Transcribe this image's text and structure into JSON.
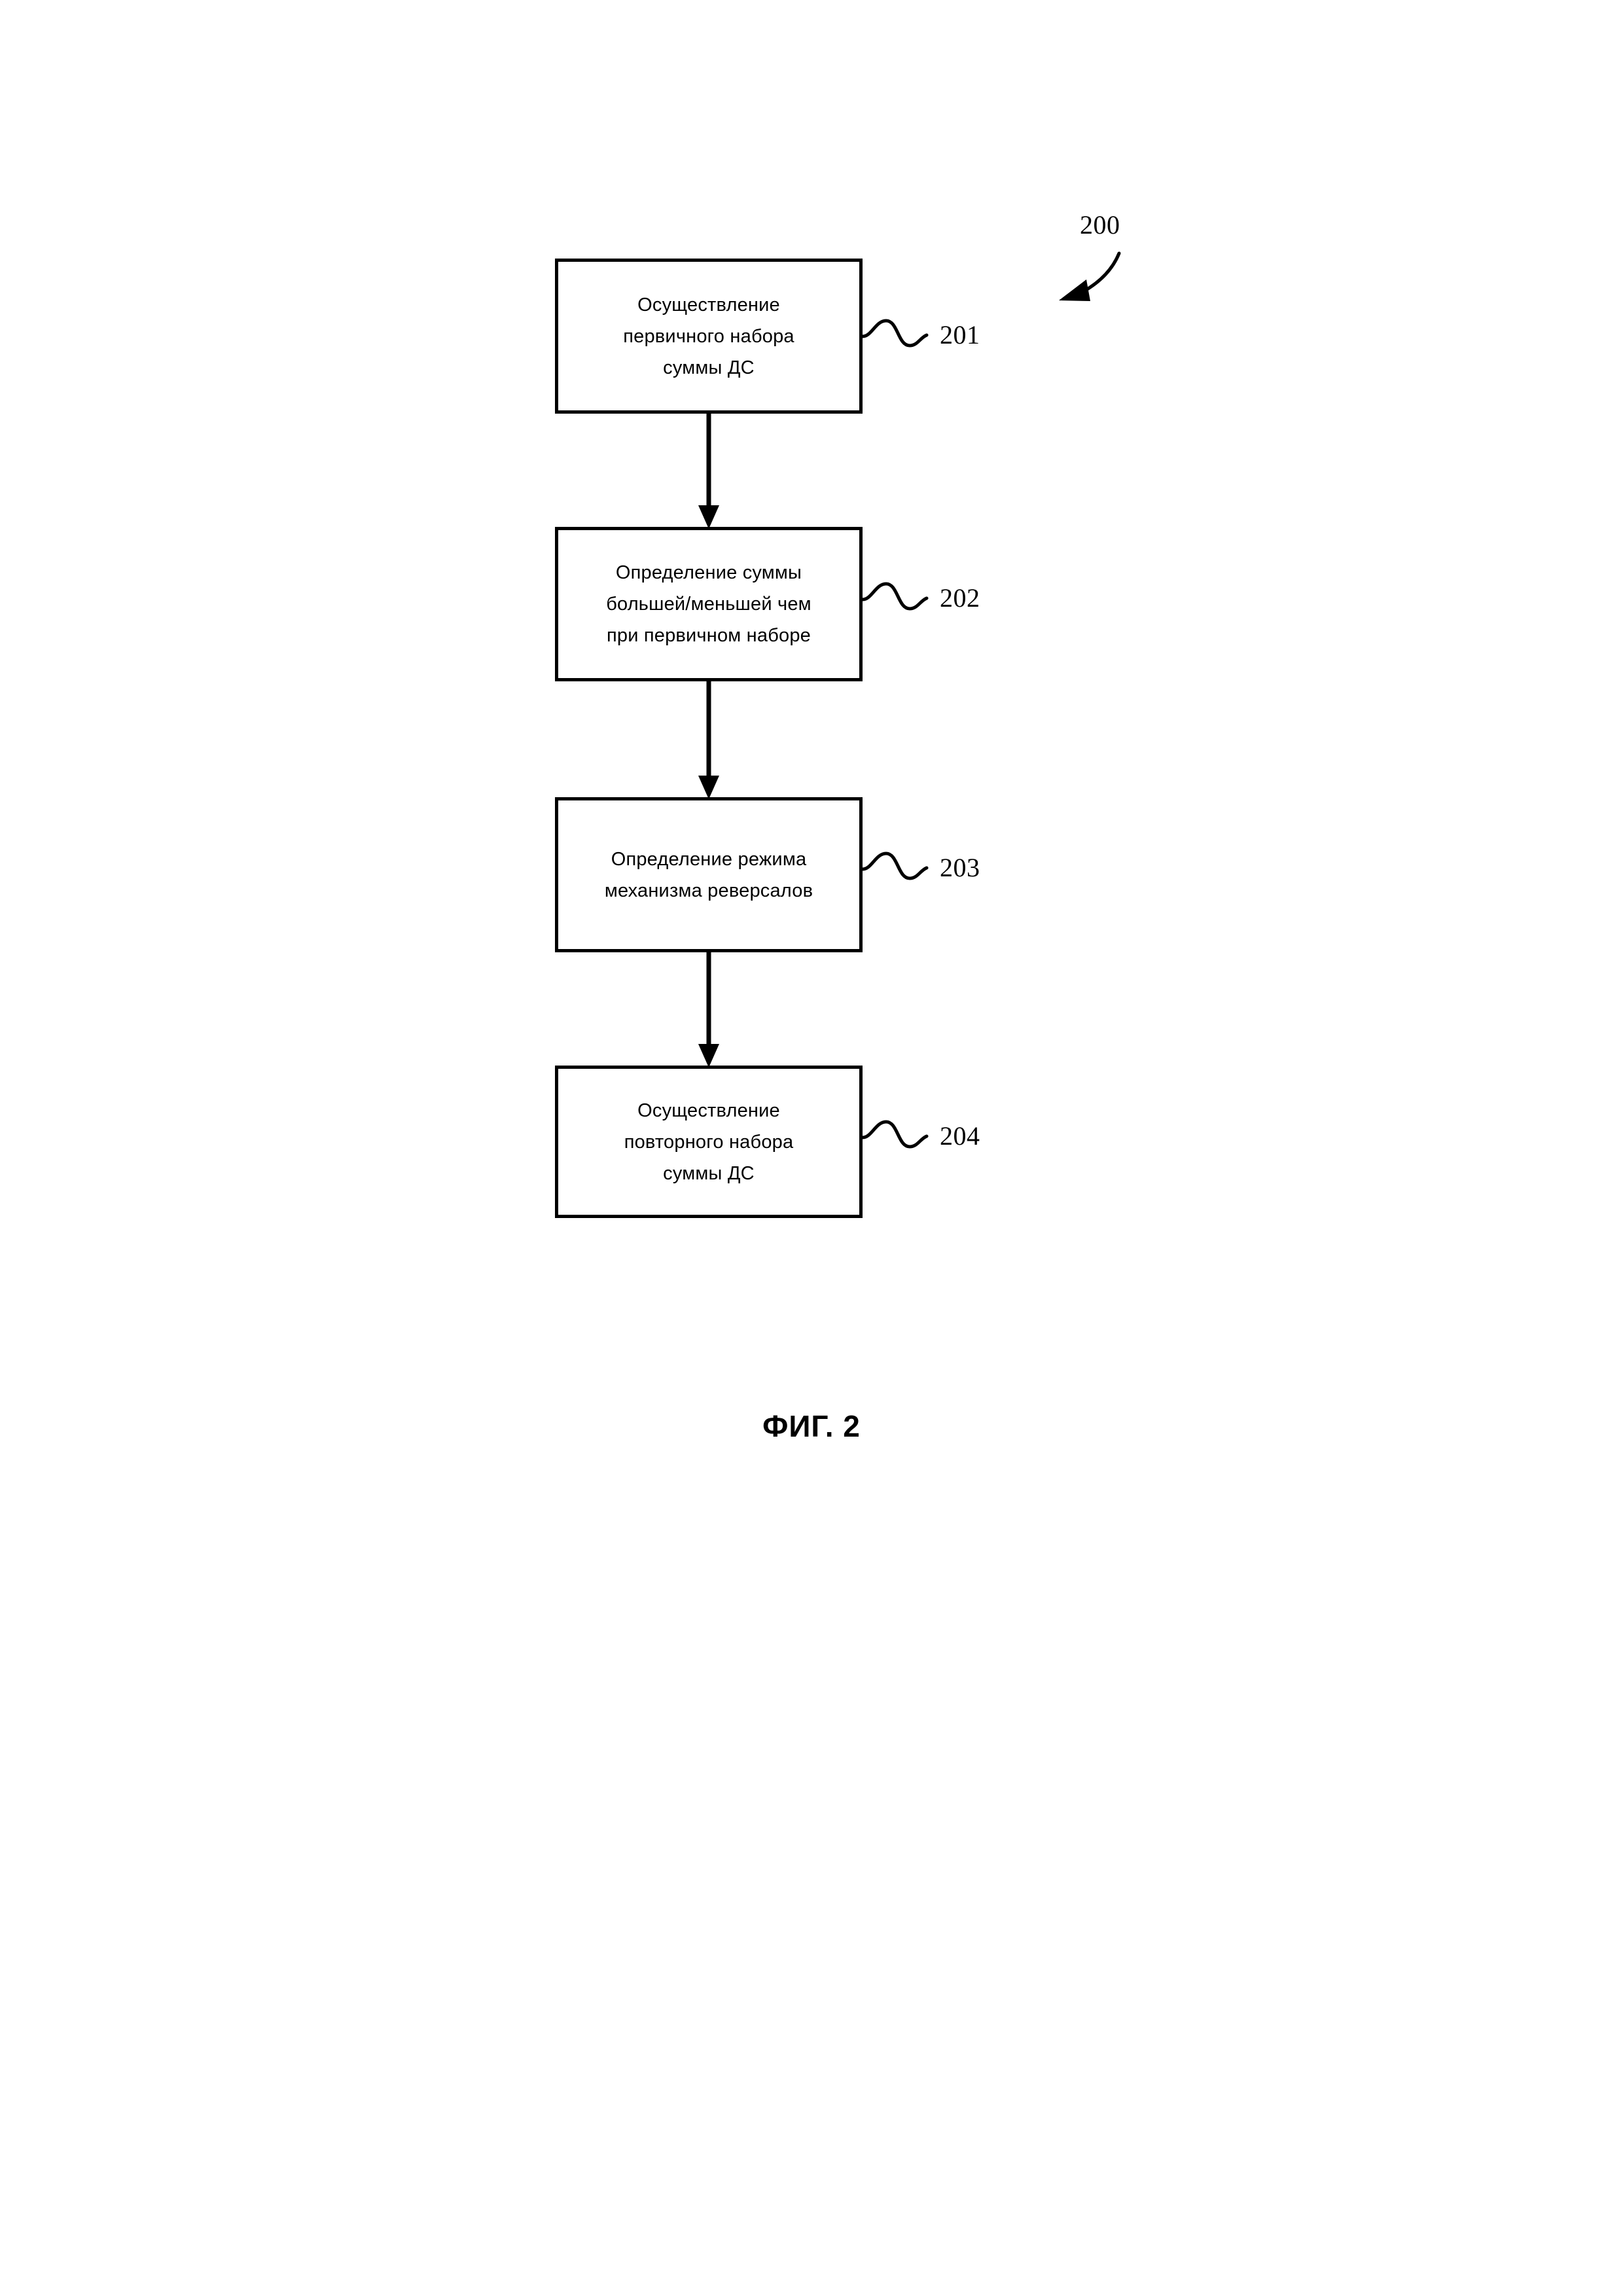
{
  "figure": {
    "caption": "ФИГ. 2",
    "diagram_reference": "200",
    "diagram_type": "flowchart",
    "language": "ru"
  },
  "flowchart": {
    "steps": [
      {
        "ref": "201",
        "text": "Осуществление\nпервичного набора\nсуммы ДС"
      },
      {
        "ref": "202",
        "text": "Определение суммы\nбольшей/меньшей чем\nпри первичном наборе"
      },
      {
        "ref": "203",
        "text": "Определение режима\nмеханизма реверсалов"
      },
      {
        "ref": "204",
        "text": "Осуществление\nповторного набора\nсуммы ДС"
      }
    ]
  },
  "colors": {
    "stroke": "#000000",
    "background": "#ffffff",
    "text": "#000000"
  }
}
